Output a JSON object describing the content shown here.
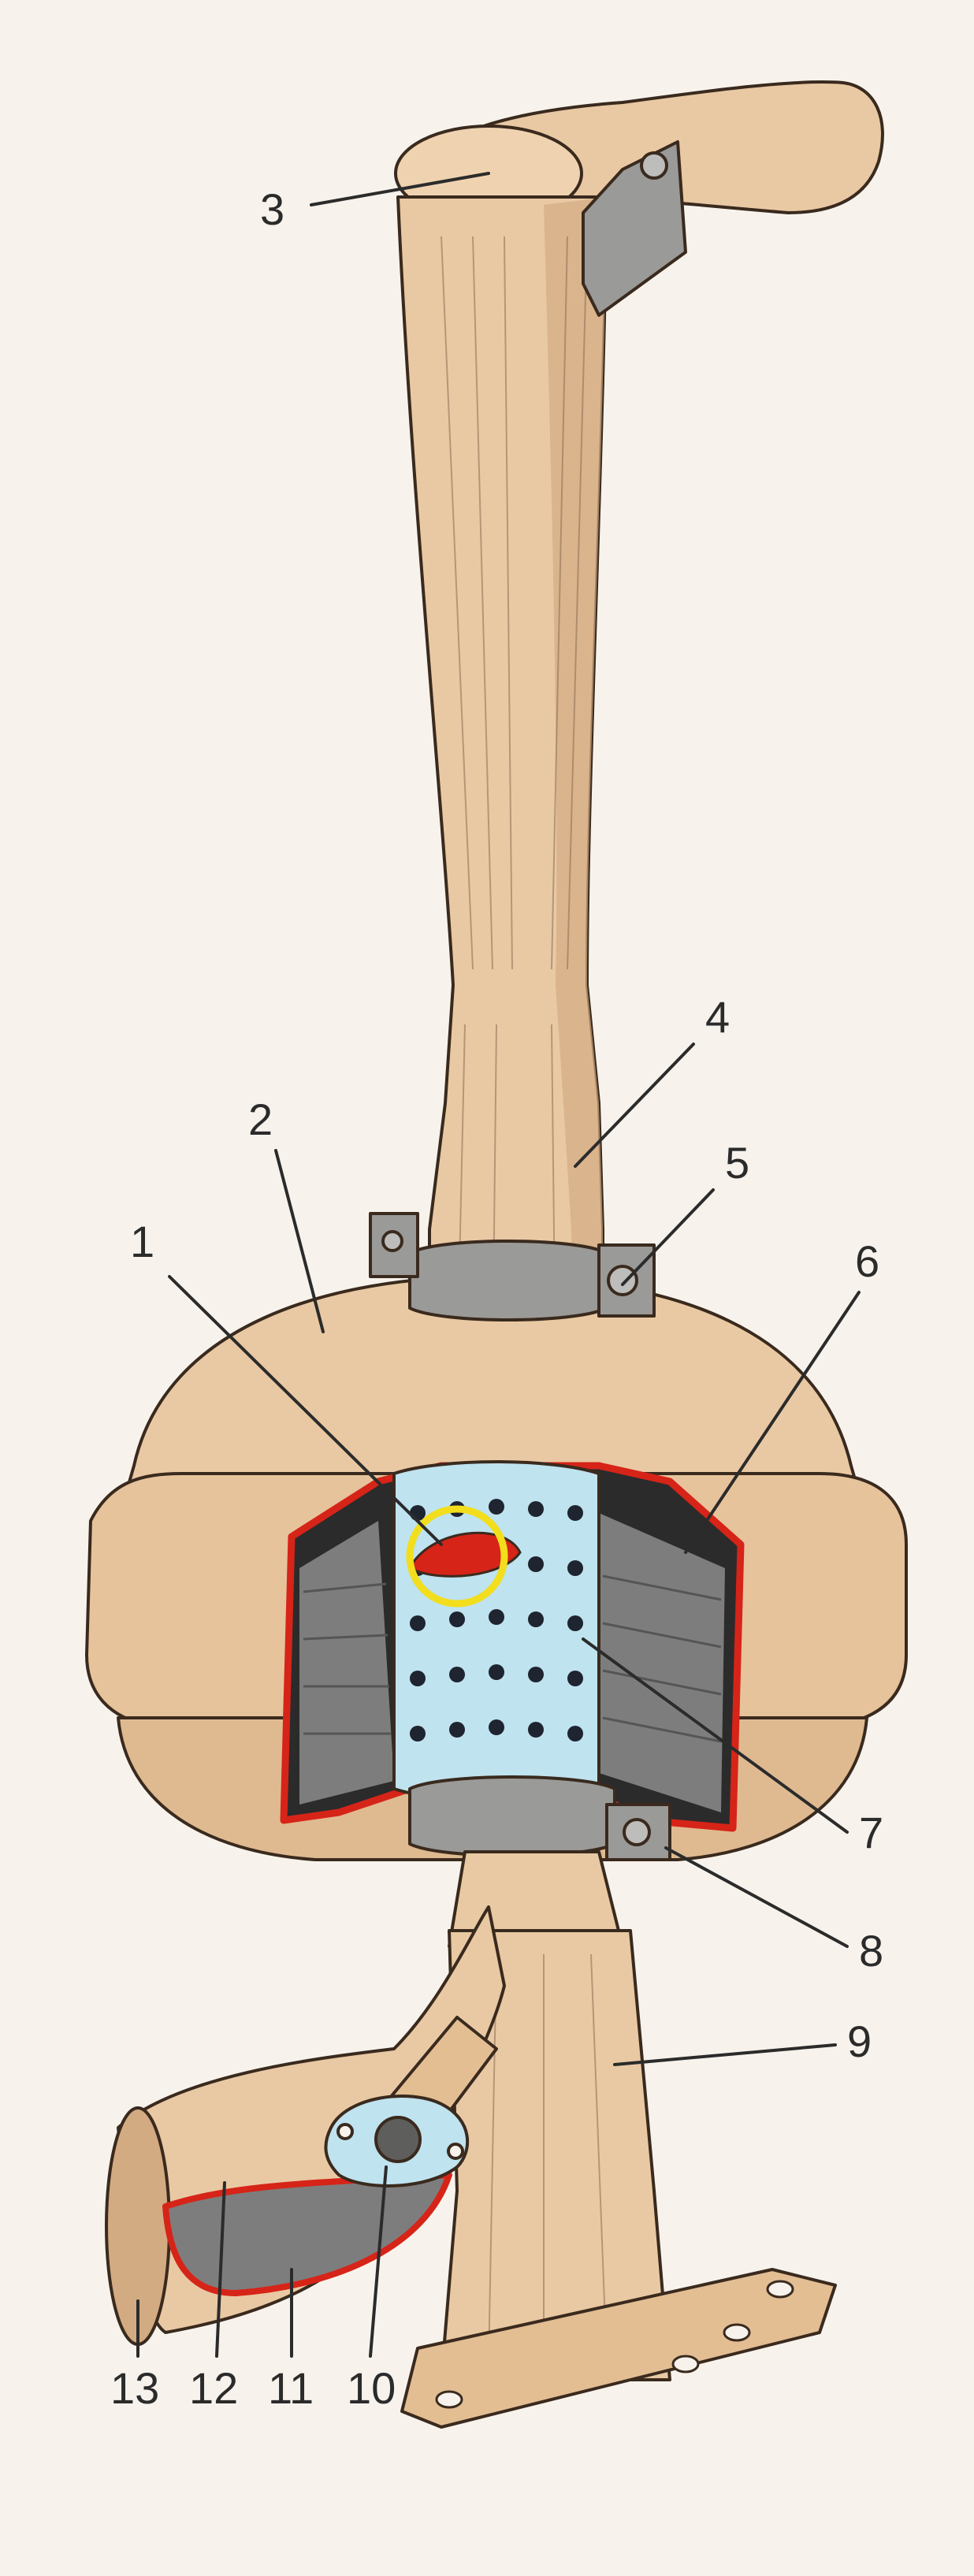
{
  "diagram": {
    "colors": {
      "paper": "#f7f3ec",
      "body_tan": "#e9c9a3",
      "body_shadow": "#d3ab82",
      "metal_grey": "#9a9a98",
      "metal_dark": "#5e5e5c",
      "cutaway_red": "#d62418",
      "perforated_blue": "#bfe3ef",
      "hole_dark": "#1e2430",
      "highlight_yellow": "#f2de1c",
      "packing_grey": "#7d7d7d"
    },
    "callouts": [
      {
        "id": "1",
        "label": "1"
      },
      {
        "id": "2",
        "label": "2"
      },
      {
        "id": "3",
        "label": "3"
      },
      {
        "id": "4",
        "label": "4"
      },
      {
        "id": "5",
        "label": "5"
      },
      {
        "id": "6",
        "label": "6"
      },
      {
        "id": "7",
        "label": "7"
      },
      {
        "id": "8",
        "label": "8"
      },
      {
        "id": "9",
        "label": "9"
      },
      {
        "id": "10",
        "label": "10"
      },
      {
        "id": "11",
        "label": "11"
      },
      {
        "id": "12",
        "label": "12"
      },
      {
        "id": "13",
        "label": "13"
      }
    ]
  }
}
